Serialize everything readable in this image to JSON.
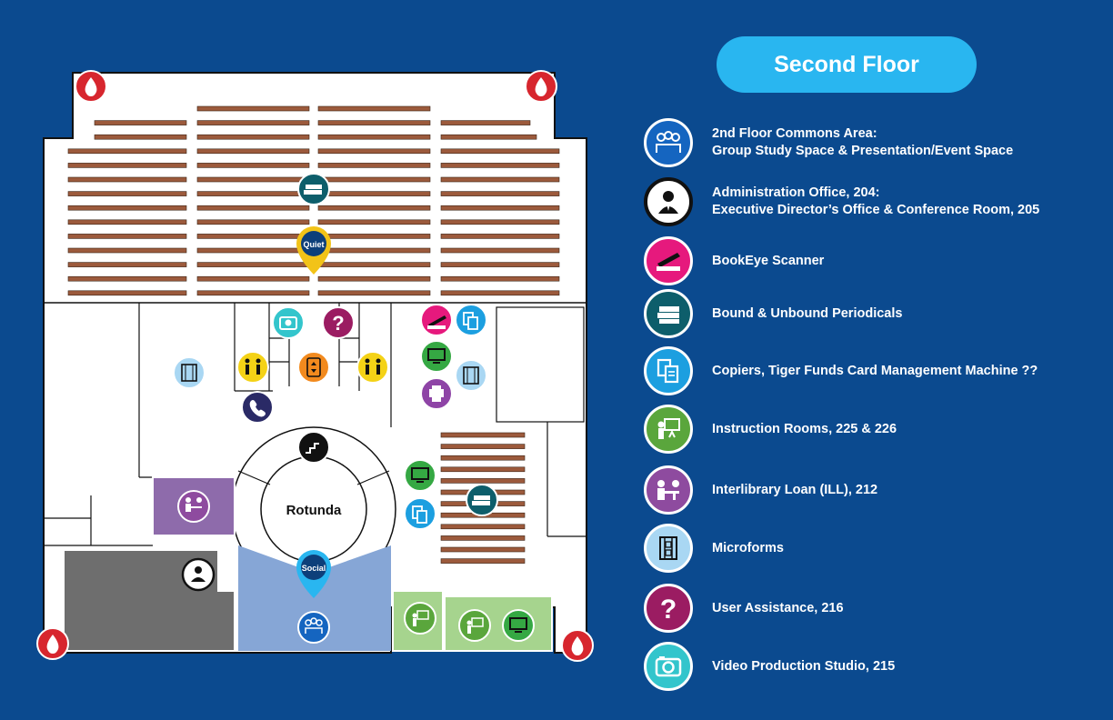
{
  "title": "Second Floor",
  "map": {
    "rotunda_label": "Rotunda",
    "quiet_label": "Quiet",
    "social_label": "Social"
  },
  "legend": [
    {
      "icon": "group-study-icon",
      "color": "#1565c0",
      "line1": "2nd Floor Commons Area:",
      "line2": "Group Study Space & Presentation/Event Space"
    },
    {
      "icon": "administration-icon",
      "color": "#111111",
      "line1": "Administration Office, 204:",
      "line2": "Executive Director’s Office & Conference Room, 205"
    },
    {
      "icon": "scanner-icon",
      "color": "#e6197d",
      "line1": "BookEye Scanner",
      "line2": ""
    },
    {
      "icon": "periodicals-icon",
      "color": "#0d5e6b",
      "line1": "Bound & Unbound Periodicals",
      "line2": ""
    },
    {
      "icon": "copier-icon",
      "color": "#1c9fe0",
      "line1": "Copiers, Tiger Funds Card Management Machine ??",
      "line2": ""
    },
    {
      "icon": "instruction-room-icon",
      "color": "#5aa63c",
      "line1": "Instruction Rooms, 225 & 226",
      "line2": ""
    },
    {
      "icon": "interlibrary-loan-icon",
      "color": "#8e4b9f",
      "line1": "Interlibrary Loan (ILL), 212",
      "line2": ""
    },
    {
      "icon": "microforms-icon",
      "color": "#a9d7f3",
      "line1": "Microforms",
      "line2": ""
    },
    {
      "icon": "user-assistance-icon",
      "color": "#9b1c62",
      "line1": "User Assistance, 216",
      "line2": ""
    },
    {
      "icon": "video-studio-icon",
      "color": "#33c5cc",
      "line1": "Video Production Studio, 215",
      "line2": ""
    }
  ],
  "colors": {
    "background": "#0b4a8f",
    "shelf": "#9c5a3c",
    "fire": "#d7262e",
    "ill_room": "#8e6bab",
    "admin_room": "#6e6e6e",
    "social_area": "#86a6d6",
    "instruction_room": "#a6d48e"
  }
}
